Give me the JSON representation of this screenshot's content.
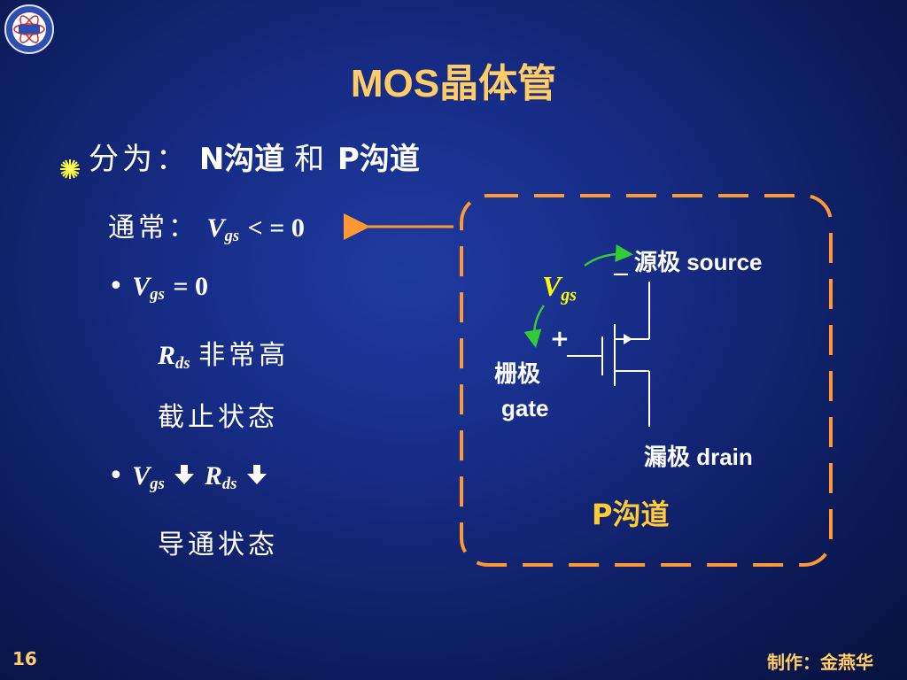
{
  "slide": {
    "title": "MOS晶体管",
    "page_number": "16",
    "author": "制作：金燕华"
  },
  "content": {
    "bullet_main": "分为：",
    "n_channel": "N沟道",
    "conj": "和",
    "p_channel": "P沟道",
    "usual_prefix": "通常：",
    "usual_rel": "< = 0",
    "bullet1_rel": "= 0",
    "rds_high": "非常高",
    "cutoff": "截止状态",
    "conduct": "导通状态",
    "v_sym": "V",
    "gs_sub": "gs",
    "r_sym": "R",
    "ds_sub": "ds",
    "bullet_dot": "•"
  },
  "diagram": {
    "source_label": "源极 source",
    "drain_label": "漏极 drain",
    "gate_label_cn": "栅极",
    "gate_label_en": "gate",
    "minus": "−",
    "plus": "+",
    "channel_label": "P沟道"
  },
  "colors": {
    "title": "#ffcc66",
    "frame": "#ff9933",
    "vgs": "#ffff00",
    "arrow_green": "#33cc33",
    "pointer_arrow": "#ff9933"
  },
  "icons": {
    "bullet": "sunburst-bullet-icon",
    "logo": "ustc-logo-icon",
    "down_arrow": "down-arrow-icon"
  }
}
